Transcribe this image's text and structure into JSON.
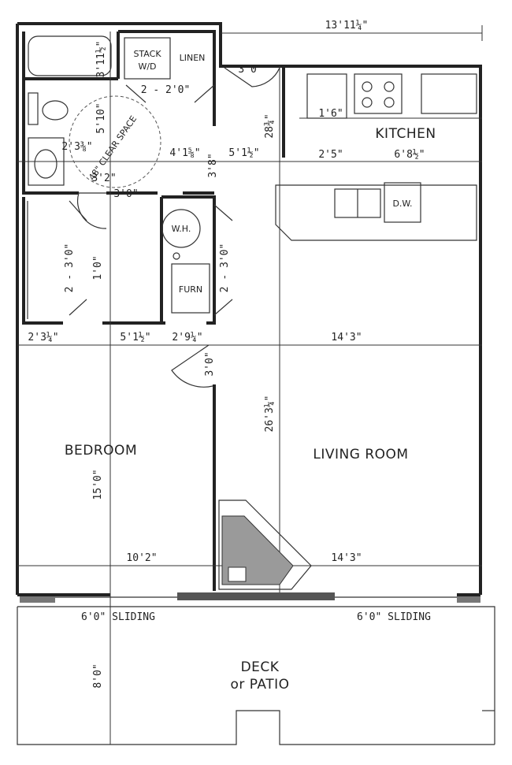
{
  "rooms": {
    "kitchen": "KITCHEN",
    "bedroom": "BEDROOM",
    "living_room": "LIVING ROOM",
    "deck": "DECK",
    "deck_sub": "or PATIO"
  },
  "fixtures": {
    "stack": "STACK",
    "wd": "W/D",
    "linen": "LINEN",
    "wh": "W.H.",
    "furn": "FURN",
    "dw": "D.W.",
    "clear_space": "48\" CLEAR SPACE"
  },
  "doors": {
    "sliding_left": "6'0\" SLIDING",
    "sliding_right": "6'0\" SLIDING"
  },
  "dimensions": {
    "overall_width": "13'11¼\"",
    "bath_height": "3'11½\"",
    "linen_door": "2 - 2'0\"",
    "hall_door": "3'0\"",
    "kitchen_door": "1'6\"",
    "bath_width": "5'10\"",
    "bath_a": "2'3⅜\"",
    "bath_b": "3'2\"",
    "hall_a": "4'1⅝\"",
    "hall_b": "5'1½\"",
    "kitchen_depth": "28¾\"",
    "kitchen_a": "2'5\"",
    "kitchen_b": "6'8½\"",
    "bath_door": "3'0\"",
    "hall_gap": "3'8\"",
    "closet1_door": "2 - 3'0\"",
    "closet1_depth": "1'0\"",
    "closet2_door": "2 - 3'0\"",
    "row_a": "2'3¼\"",
    "row_b": "5'1½\"",
    "row_c": "2'9¼\"",
    "row_d": "14'3\"",
    "bedroom_door": "3'0\"",
    "living_length": "26'3¼\"",
    "bedroom_depth": "15'0\"",
    "bedroom_width": "10'2\"",
    "living_width": "14'3\"",
    "deck_depth": "8'0\""
  }
}
